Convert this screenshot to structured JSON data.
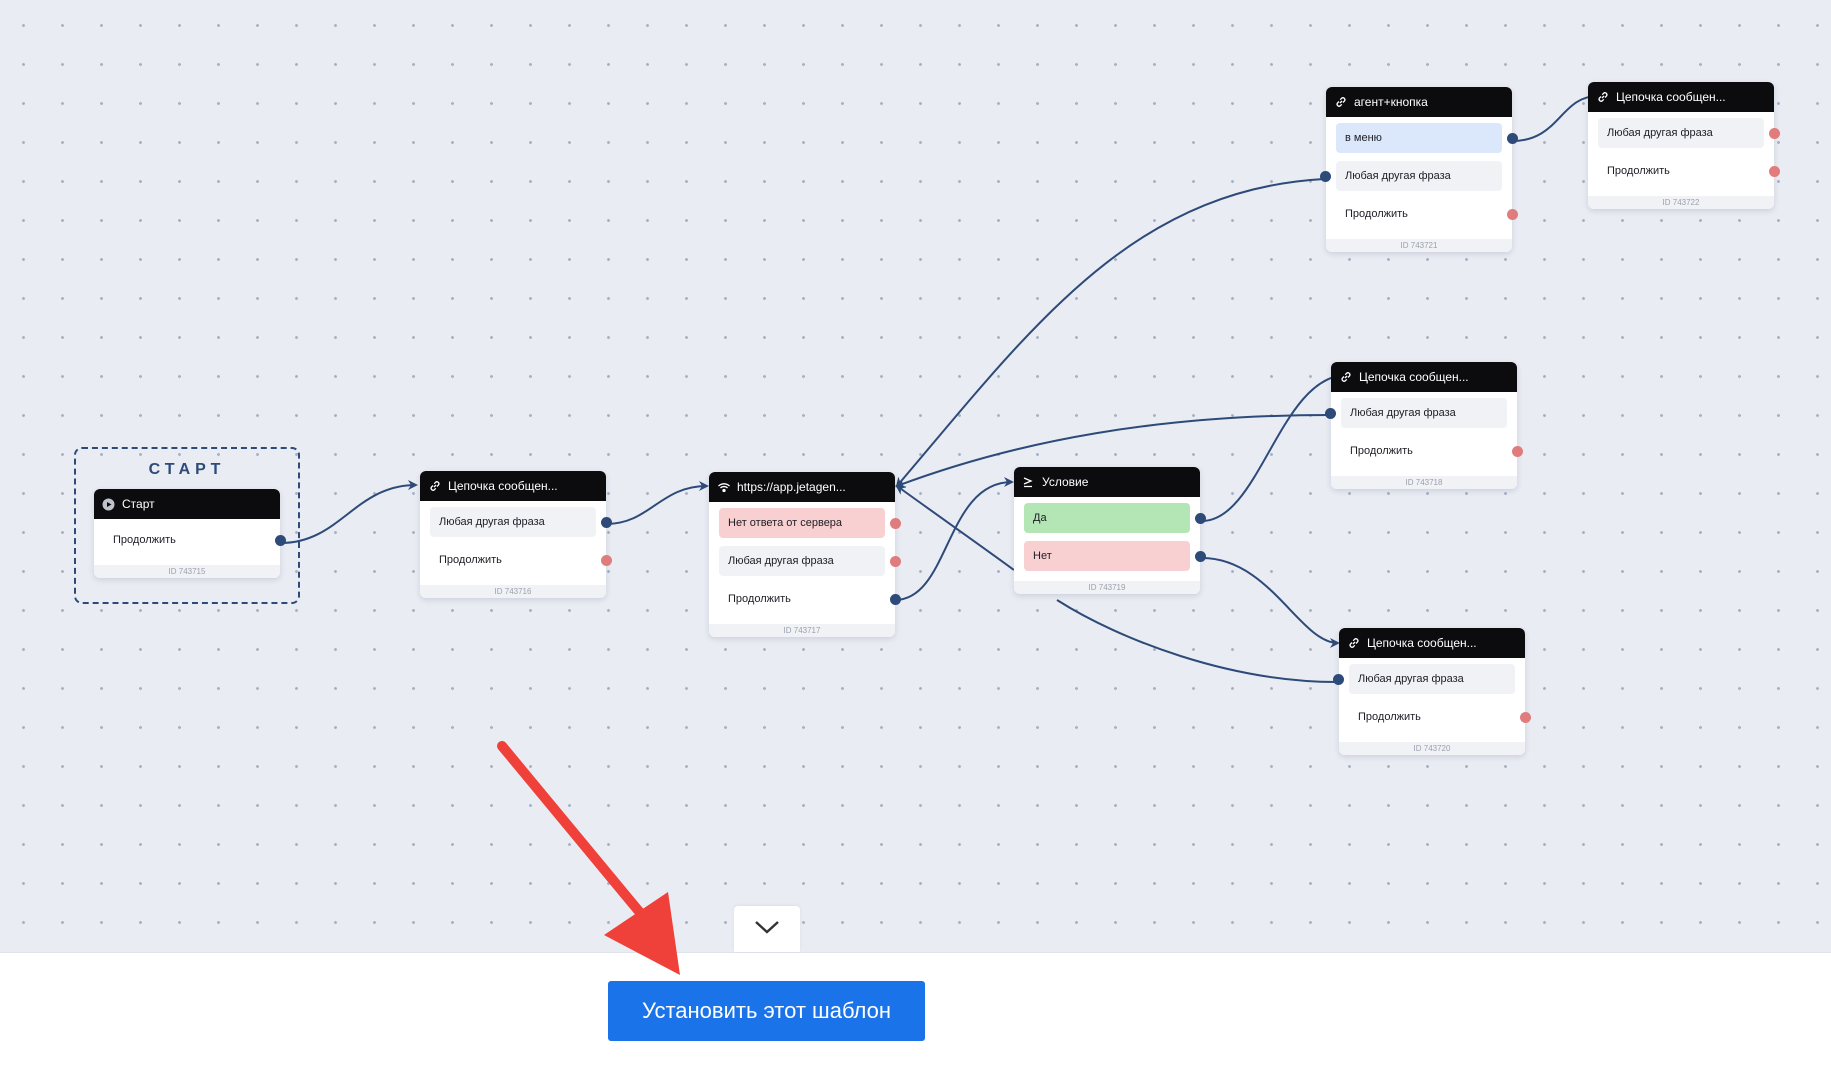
{
  "start_group": {
    "title": "СТАРТ"
  },
  "nodes": {
    "n743715": {
      "title": "Старт",
      "icon": "play-circle-icon",
      "rows": [
        "Продолжить"
      ],
      "id_label": "ID 743715"
    },
    "n743716": {
      "title": "Цепочка сообщен...",
      "icon": "link-icon",
      "rows": [
        "Любая другая фраза",
        "Продолжить"
      ],
      "id_label": "ID 743716"
    },
    "n743717": {
      "title": "https://app.jetagen...",
      "icon": "wifi-icon",
      "rows": [
        "Нет ответа от сервера",
        "Любая другая фраза",
        "Продолжить"
      ],
      "id_label": "ID 743717"
    },
    "n743719": {
      "title": "Условие",
      "icon": "condition-icon",
      "rows": [
        "Да",
        "Нет"
      ],
      "id_label": "ID 743719"
    },
    "n743721": {
      "title": "агент+кнопка",
      "icon": "link-icon",
      "rows": [
        "в меню",
        "Любая другая фраза",
        "Продолжить"
      ],
      "id_label": "ID 743721"
    },
    "n743722": {
      "title": "Цепочка сообщен...",
      "icon": "link-icon",
      "rows": [
        "Любая другая фраза",
        "Продолжить"
      ],
      "id_label": "ID 743722"
    },
    "n743718": {
      "title": "Цепочка сообщен...",
      "icon": "link-icon",
      "rows": [
        "Любая другая фраза",
        "Продолжить"
      ],
      "id_label": "ID 743718"
    },
    "n743720": {
      "title": "Цепочка сообщен...",
      "icon": "link-icon",
      "rows": [
        "Любая другая фраза",
        "Продолжить"
      ],
      "id_label": "ID 743720"
    }
  },
  "colors": {
    "edge": "#2d4a78",
    "port_connected": "#2d4a78",
    "port_open": "#e07c7c",
    "button": "#1a73e8",
    "annotation_arrow": "#f0403a"
  },
  "collapse_icon": "chevron-down-icon",
  "install_button_label": "Установить этот шаблон"
}
